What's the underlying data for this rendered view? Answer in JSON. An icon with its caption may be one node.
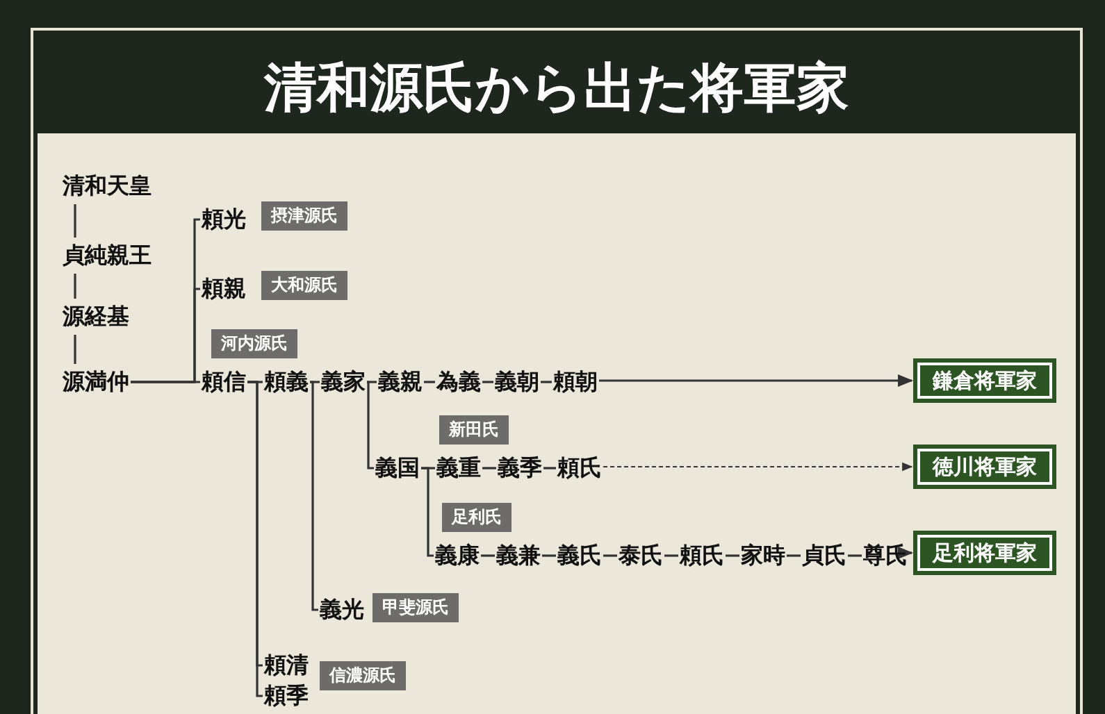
{
  "diagram": {
    "title": "清和源氏から出た将軍家",
    "nodes": [
      {
        "text": [
          "清和天皇"
        ]
      },
      {
        "text": [
          "貞純親王"
        ]
      },
      {
        "text": [
          "源経基"
        ]
      },
      {
        "text": [
          "源満仲"
        ]
      },
      {
        "text": [
          "頼光"
        ],
        "beside": [
          "摂津源氏"
        ]
      },
      {
        "text": [
          "頼親"
        ],
        "beside": [
          "大和源氏"
        ]
      },
      {
        "text": [
          "頼信"
        ],
        "beside": [
          "河内源氏"
        ]
      },
      {
        "text": [
          "頼義"
        ]
      },
      {
        "text": [
          "義家"
        ]
      },
      {
        "text": [
          "義親"
        ]
      },
      {
        "text": [
          "為義"
        ]
      },
      {
        "text": [
          "義朝"
        ]
      },
      {
        "text": [
          "頼朝"
        ]
      },
      {
        "text": [
          "鎌倉将軍家"
        ]
      },
      {
        "text": [
          "義国"
        ]
      },
      {
        "text": [
          "義重"
        ],
        "beside": [
          "新田氏"
        ]
      },
      {
        "text": [
          "義季"
        ]
      },
      {
        "text": [
          "頼氏"
        ]
      },
      {
        "text": [
          "徳川将軍家"
        ]
      },
      {
        "text": [
          "義康"
        ],
        "beside": [
          "足利氏"
        ]
      },
      {
        "text": [
          "義兼"
        ]
      },
      {
        "text": [
          "義氏"
        ]
      },
      {
        "text": [
          "泰氏"
        ]
      },
      {
        "text": [
          "頼氏"
        ]
      },
      {
        "text": [
          "家時"
        ]
      },
      {
        "text": [
          "貞氏"
        ]
      },
      {
        "text": [
          "尊氏"
        ]
      },
      {
        "text": [
          "足利将軍家"
        ]
      },
      {
        "text": [
          "義光"
        ],
        "beside": [
          "甲斐源氏"
        ]
      },
      {
        "text": [
          "頼清"
        ],
        "beside": [
          "信濃源氏"
        ]
      },
      {
        "text": [
          "頼季"
        ]
      }
    ],
    "edges": [
      {
        "from": 0,
        "to": 1,
        "arrow": "none"
      },
      {
        "from": 1,
        "to": 2,
        "arrow": "none"
      },
      {
        "from": 2,
        "to": 3,
        "arrow": "none"
      },
      {
        "from": 3,
        "to": 4,
        "arrow": "none"
      },
      {
        "from": 3,
        "to": 5,
        "arrow": "none"
      },
      {
        "from": 3,
        "to": 6,
        "arrow": "none"
      },
      {
        "from": 6,
        "to": 7,
        "arrow": "none"
      },
      {
        "from": 7,
        "to": 8,
        "arrow": "none"
      },
      {
        "from": 8,
        "to": 9,
        "arrow": "none"
      },
      {
        "from": 9,
        "to": 10,
        "arrow": "none"
      },
      {
        "from": 10,
        "to": 11,
        "arrow": "none"
      },
      {
        "from": 11,
        "to": 12,
        "arrow": "none"
      },
      {
        "from": 12,
        "to": 13,
        "arrow": "to"
      },
      {
        "from": 8,
        "to": 14,
        "arrow": "none"
      },
      {
        "from": 14,
        "to": 15,
        "arrow": "none"
      },
      {
        "from": 15,
        "to": 16,
        "arrow": "none"
      },
      {
        "from": 16,
        "to": 17,
        "arrow": "none"
      },
      {
        "from": 17,
        "to": 18,
        "arrow": "to",
        "style": "dashed"
      },
      {
        "from": 14,
        "to": 19,
        "arrow": "none"
      },
      {
        "from": 19,
        "to": 20,
        "arrow": "none"
      },
      {
        "from": 20,
        "to": 21,
        "arrow": "none"
      },
      {
        "from": 21,
        "to": 22,
        "arrow": "none"
      },
      {
        "from": 22,
        "to": 23,
        "arrow": "none"
      },
      {
        "from": 23,
        "to": 24,
        "arrow": "none"
      },
      {
        "from": 24,
        "to": 25,
        "arrow": "none"
      },
      {
        "from": 25,
        "to": 26,
        "arrow": "none"
      },
      {
        "from": 26,
        "to": 27,
        "arrow": "to"
      },
      {
        "from": 7,
        "to": 28,
        "arrow": "none"
      },
      {
        "from": 6,
        "to": 29,
        "arrow": "none"
      },
      {
        "from": 6,
        "to": 30,
        "arrow": "none"
      }
    ]
  }
}
